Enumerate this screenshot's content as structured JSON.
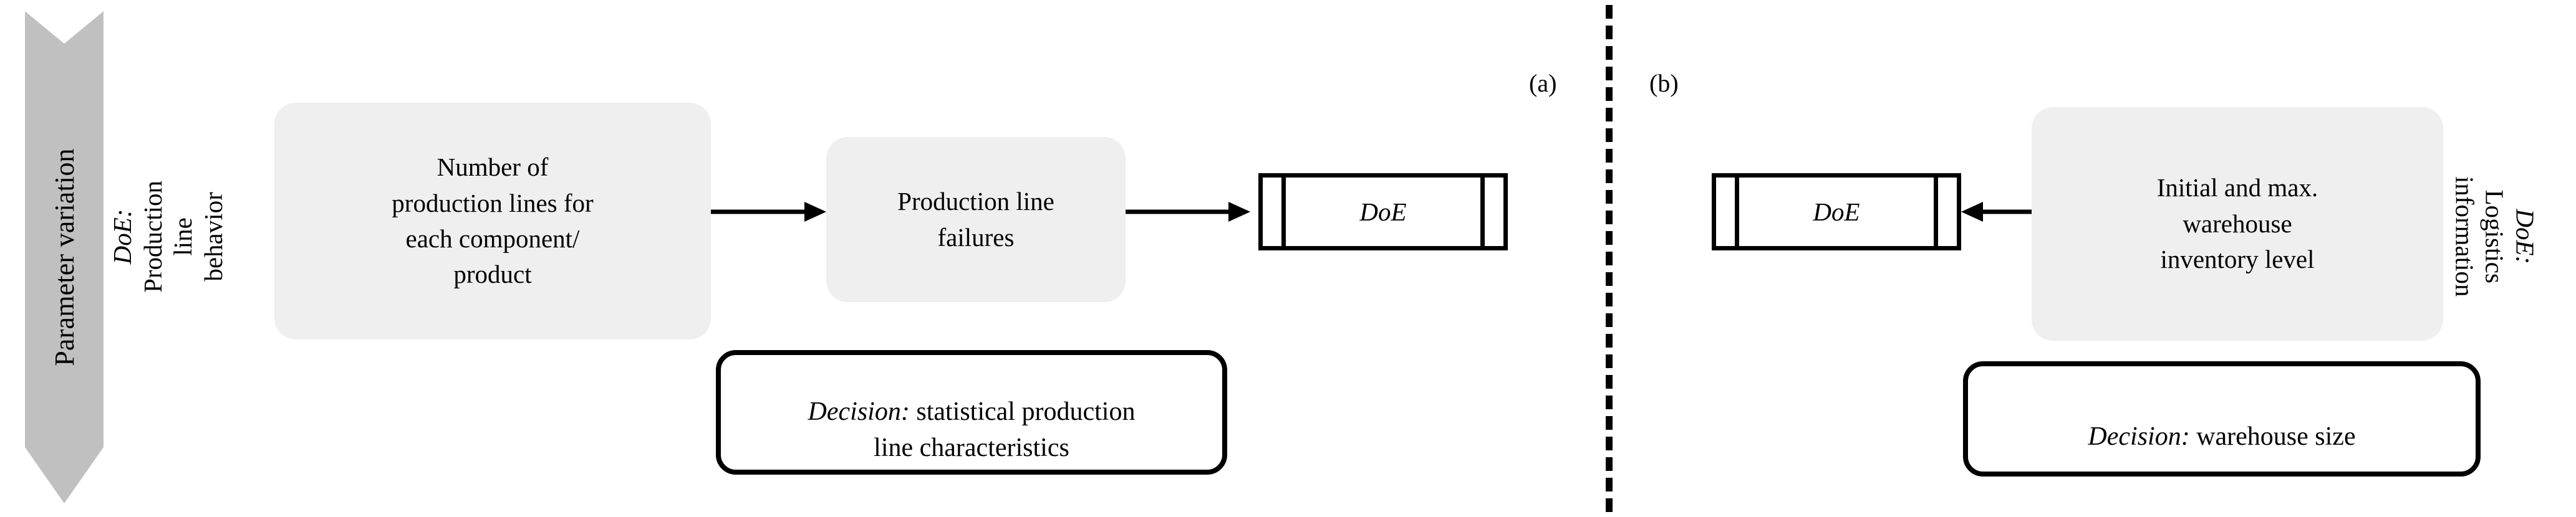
{
  "figure": {
    "panels": [
      {
        "id": "a",
        "letter": "(a)"
      },
      {
        "id": "b",
        "letter": "(b)"
      }
    ],
    "divider": "dashed-vertical-separator"
  },
  "parameter_arrow": {
    "label": "Parameter variation",
    "fill_color": "#c0c0c0",
    "direction": "down"
  },
  "panel_a": {
    "side_caption": {
      "emphasis": "DoE:",
      "rest": " Production\nline behavior"
    },
    "process_boxes": [
      {
        "name": "production-lines-count",
        "text": "Number of\nproduction lines for\neach component/\nproduct",
        "fill_color": "#efefef"
      },
      {
        "name": "production-line-failures",
        "text": "Production line\nfailures",
        "fill_color": "#efefef"
      }
    ],
    "doe_node": {
      "label": "DoE"
    },
    "decision_box": {
      "emphasis": "Decision:",
      "rest": " statistical production\nline characteristics"
    },
    "connectors": [
      {
        "from": "production-lines-count",
        "to": "production-line-failures",
        "direction": "right"
      },
      {
        "from": "production-line-failures",
        "to": "doe-node-a",
        "direction": "right"
      }
    ]
  },
  "panel_b": {
    "side_caption": {
      "emphasis": "DoE:",
      "rest": " Logistics\ninformation"
    },
    "process_boxes": [
      {
        "name": "warehouse-inventory-level",
        "text": "Initial and max.\nwarehouse\ninventory level",
        "fill_color": "#efefef"
      }
    ],
    "doe_node": {
      "label": "DoE"
    },
    "decision_box": {
      "emphasis": "Decision:",
      "rest": " warehouse size"
    },
    "connectors": [
      {
        "from": "warehouse-inventory-level",
        "to": "doe-node-b",
        "direction": "left"
      }
    ]
  }
}
